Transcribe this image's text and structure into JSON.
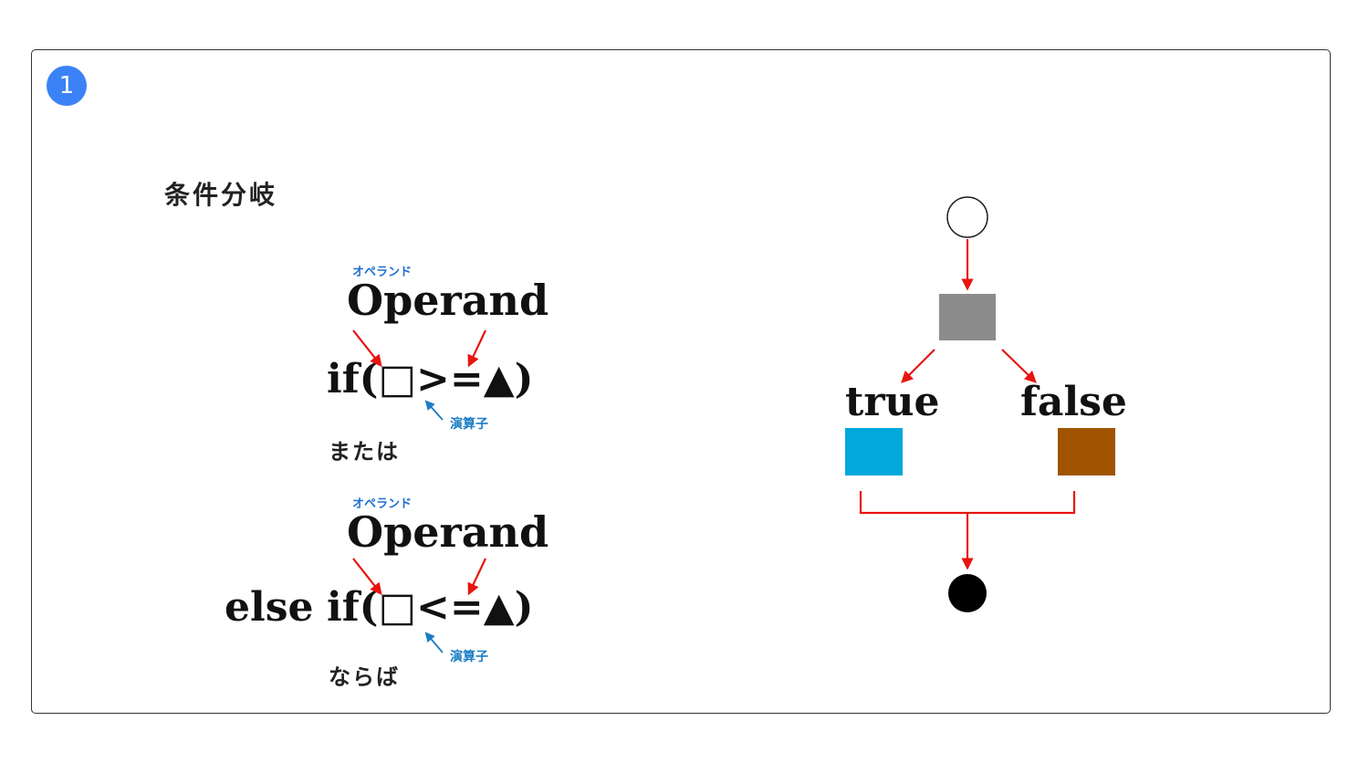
{
  "badge": {
    "number": "1",
    "color": "#3b82f6"
  },
  "left": {
    "title": "条件分岐",
    "blocks": [
      {
        "operand_ruby": "オペランド",
        "operand": "Operand",
        "code": "if(□>=▲)",
        "operator_label": "演算子",
        "meaning": "または"
      },
      {
        "prefix": "else",
        "operand_ruby": "オペランド",
        "operand": "Operand",
        "code": "if(□<=▲)",
        "operator_label": "演算子",
        "meaning": "ならば"
      }
    ]
  },
  "flow": {
    "true_label": "true",
    "false_label": "false",
    "colors": {
      "condition": "#8c8c8c",
      "true_box": "#00a8dc",
      "false_box": "#a05400",
      "arrow": "#e8140f",
      "operator_arrow": "#1a7dc4",
      "end": "#000000"
    }
  }
}
